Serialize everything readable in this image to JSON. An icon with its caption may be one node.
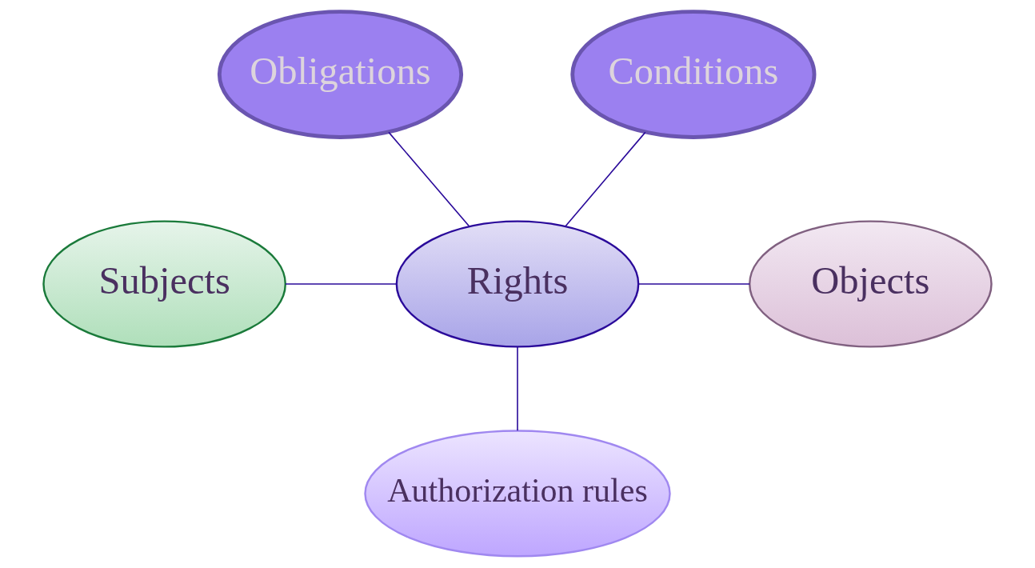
{
  "diagram": {
    "nodes": [
      {
        "text": [
          "Obligations"
        ]
      },
      {
        "text": [
          "Conditions"
        ]
      },
      {
        "text": [
          "Subjects"
        ]
      },
      {
        "text": [
          "Rights"
        ]
      },
      {
        "text": [
          "Objects"
        ]
      },
      {
        "text": [
          "Authorization rules"
        ]
      }
    ],
    "edges": [
      {
        "from": 0,
        "to": 3,
        "arrow": "none"
      },
      {
        "from": 1,
        "to": 3,
        "arrow": "none"
      },
      {
        "from": 2,
        "to": 3,
        "arrow": "none"
      },
      {
        "from": 3,
        "to": 4,
        "arrow": "none"
      },
      {
        "from": 3,
        "to": 5,
        "arrow": "none"
      }
    ]
  }
}
